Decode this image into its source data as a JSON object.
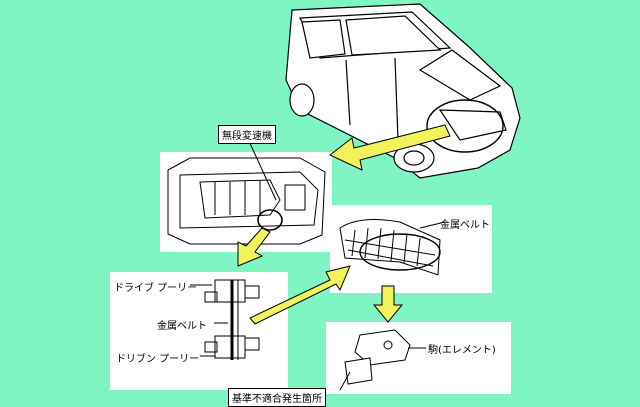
{
  "labels": {
    "cvt": "無段変速機",
    "drive_pulley": "ドライブ プーリー",
    "metal_belt_left": "金属ベルト",
    "driven_pulley": "ドリブン プーリー",
    "metal_belt_right": "金属ベルト",
    "element": "駒(エレメント)",
    "defect_location": "基準不適合発生箇所"
  },
  "colors": {
    "background": "#7ff5c4",
    "arrow": "#f2f25a",
    "line": "#000000",
    "panel": "#ffffff"
  }
}
